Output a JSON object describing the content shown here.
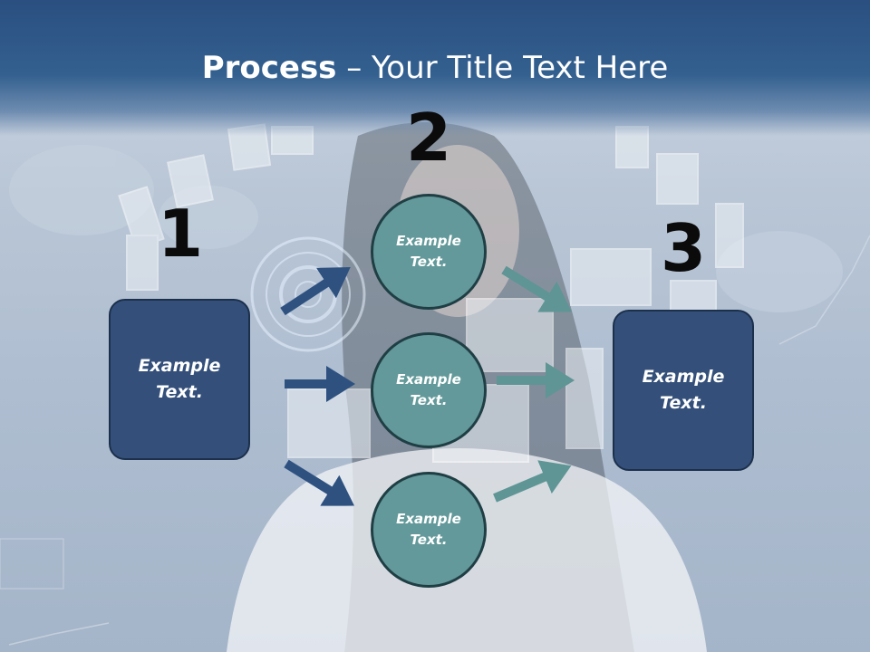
{
  "slide": {
    "title_bold": "Process",
    "title_rest": " – Your Title Text Here"
  },
  "steps": {
    "one": "1",
    "two": "2",
    "three": "3"
  },
  "left_box": {
    "text": "Example Text."
  },
  "right_box": {
    "text": "Example Text."
  },
  "circles": [
    {
      "text": "Example Text."
    },
    {
      "text": "Example Text."
    },
    {
      "text": "Example Text."
    }
  ],
  "colors": {
    "title_band": "#2a4f80",
    "box_fill": "#34507a",
    "circle_fill": "#63999a",
    "arrow_blue": "#2e5180",
    "arrow_teal": "#5f9595"
  }
}
